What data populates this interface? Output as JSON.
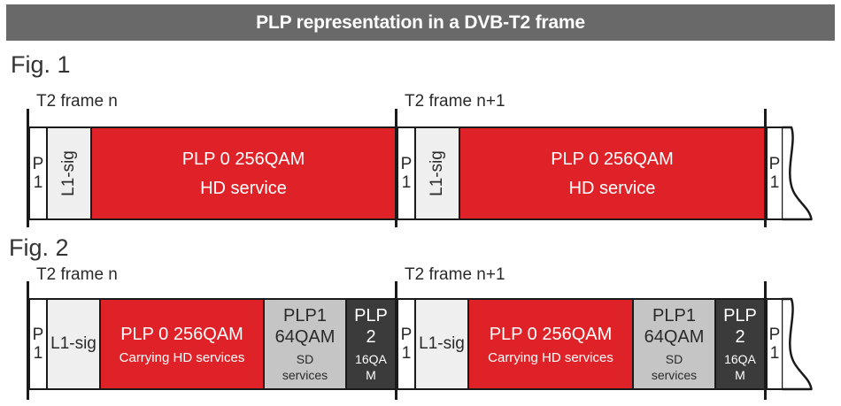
{
  "header": {
    "title": "PLP representation in a DVB-T2 frame"
  },
  "colors": {
    "header_bg": "#696969",
    "plp0_red": "#de2228",
    "l1sig_gray": "#efefef",
    "plp1_gray": "#c5c5c5",
    "plp2_dark": "#3b3b3b",
    "border": "#1a1a1a"
  },
  "fig1": {
    "label": "Fig. 1",
    "frame_n_label": "T2 frame n",
    "frame_n1_label": "T2 frame n+1",
    "p1": "P\n1",
    "l1sig": "L1-sig",
    "plp0_title": "PLP 0 256QAM",
    "plp0_subtitle": "HD service",
    "trailing_p1": "P\n1"
  },
  "fig2": {
    "label": "Fig. 2",
    "frame_n_label": "T2 frame n",
    "frame_n1_label": "T2 frame n+1",
    "p1": "P\n1",
    "l1sig": "L1-sig",
    "plp0_title": "PLP 0 256QAM",
    "plp0_subtitle": "Carrying HD services",
    "plp1_title": "PLP1\n64QAM",
    "plp1_subtitle": "SD\nservices",
    "plp2_title": "PLP\n2",
    "plp2_subtitle": "16QA\nM",
    "trailing_p1": "P\n1"
  }
}
